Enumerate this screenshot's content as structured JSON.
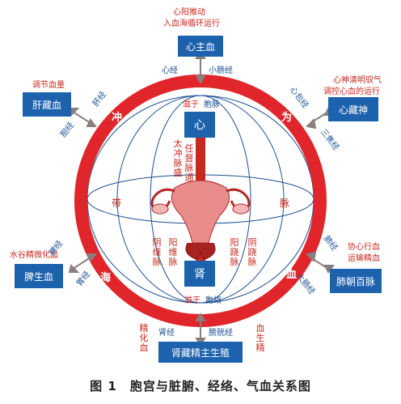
{
  "top_note": [
    "心阳推动",
    "入血海循环运行"
  ],
  "boxes": {
    "heart_blood": "心主血",
    "liver": "肝藏血",
    "heart_spirit": "心藏神",
    "spleen": "脾生血",
    "lung": "肺朝百脉",
    "kidney_essence": "肾藏精主生殖",
    "heart_center": "心",
    "kidney_center": "肾"
  },
  "notes": {
    "liver_note": "调节血量",
    "spirit_note": [
      "心神清明驭气",
      "调控心血的运行"
    ],
    "spleen_note": "水谷精微化血",
    "lung_note": [
      "协心行血",
      "运输精血"
    ],
    "transform_blood": "精化血",
    "blood_gen_essence": "血生精"
  },
  "meridians": {
    "heart_channel": "心经",
    "small_intestine": "小肠经",
    "liver_channel": "肝经",
    "gallbladder": "胆经",
    "pericardium": "心包经",
    "sanjiao": "三焦经",
    "spleen_channel": "脾经",
    "stomach": "胃经",
    "lung_channel": "肺经",
    "large_intestine": "大肠经",
    "kidney_channel": "肾经",
    "bladder": "膀胱经"
  },
  "vessels": {
    "chong_ren": "太冲脉盛",
    "ren_tong": "任督脉通",
    "yin_wei": "阴维脉",
    "yang_wei": "阳维脉",
    "yang_qiao": "阳跷脉",
    "yin_qiao": "阴跷脉",
    "dai_left": "带",
    "dai_right": "脉"
  },
  "ring_labels": [
    "冲",
    "为",
    "血",
    "海"
  ],
  "flow": {
    "top_in": "滋于",
    "top_out": "胞脉",
    "bottom_in": "滋于",
    "bottom_out": "胞络"
  },
  "caption": "图 1　胞宫与脏腑、经络、气血关系图",
  "colors": {
    "ring": "#e0262a",
    "box": "#1d62ad",
    "red_text": "#c8281e",
    "line": "#1d4f93"
  }
}
